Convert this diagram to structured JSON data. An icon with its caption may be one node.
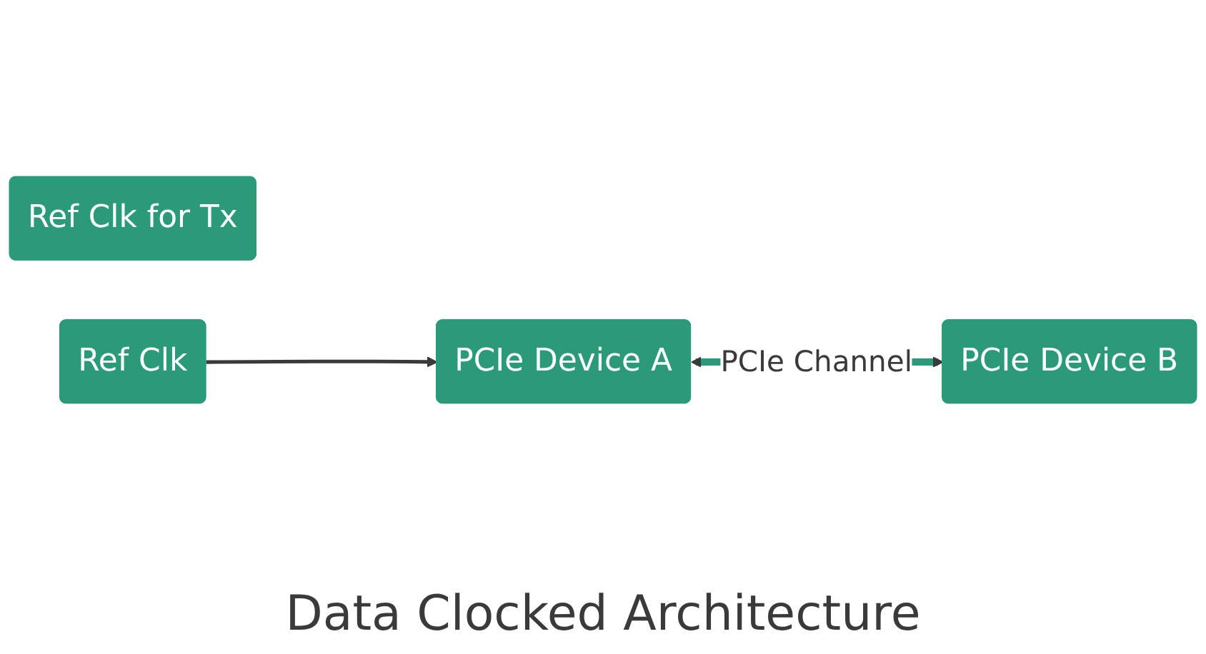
{
  "diagram": {
    "caption": "Data Clocked Architecture",
    "nodes": [
      {
        "text": [
          "PCIe Device A"
        ]
      },
      {
        "text": [
          "PCIe Device B"
        ]
      },
      {
        "text": [
          "Ref Clk for Tx"
        ]
      },
      {
        "text": [
          "Ref Clk"
        ]
      }
    ],
    "edges": [
      {
        "from": 0,
        "to": 1,
        "arrow": "both",
        "label": "PCIe Channel",
        "style": "thick",
        "color": "#2a9a78"
      },
      {
        "from": 3,
        "to": 0,
        "arrow": "to",
        "color": "#3a3a3a"
      }
    ]
  }
}
